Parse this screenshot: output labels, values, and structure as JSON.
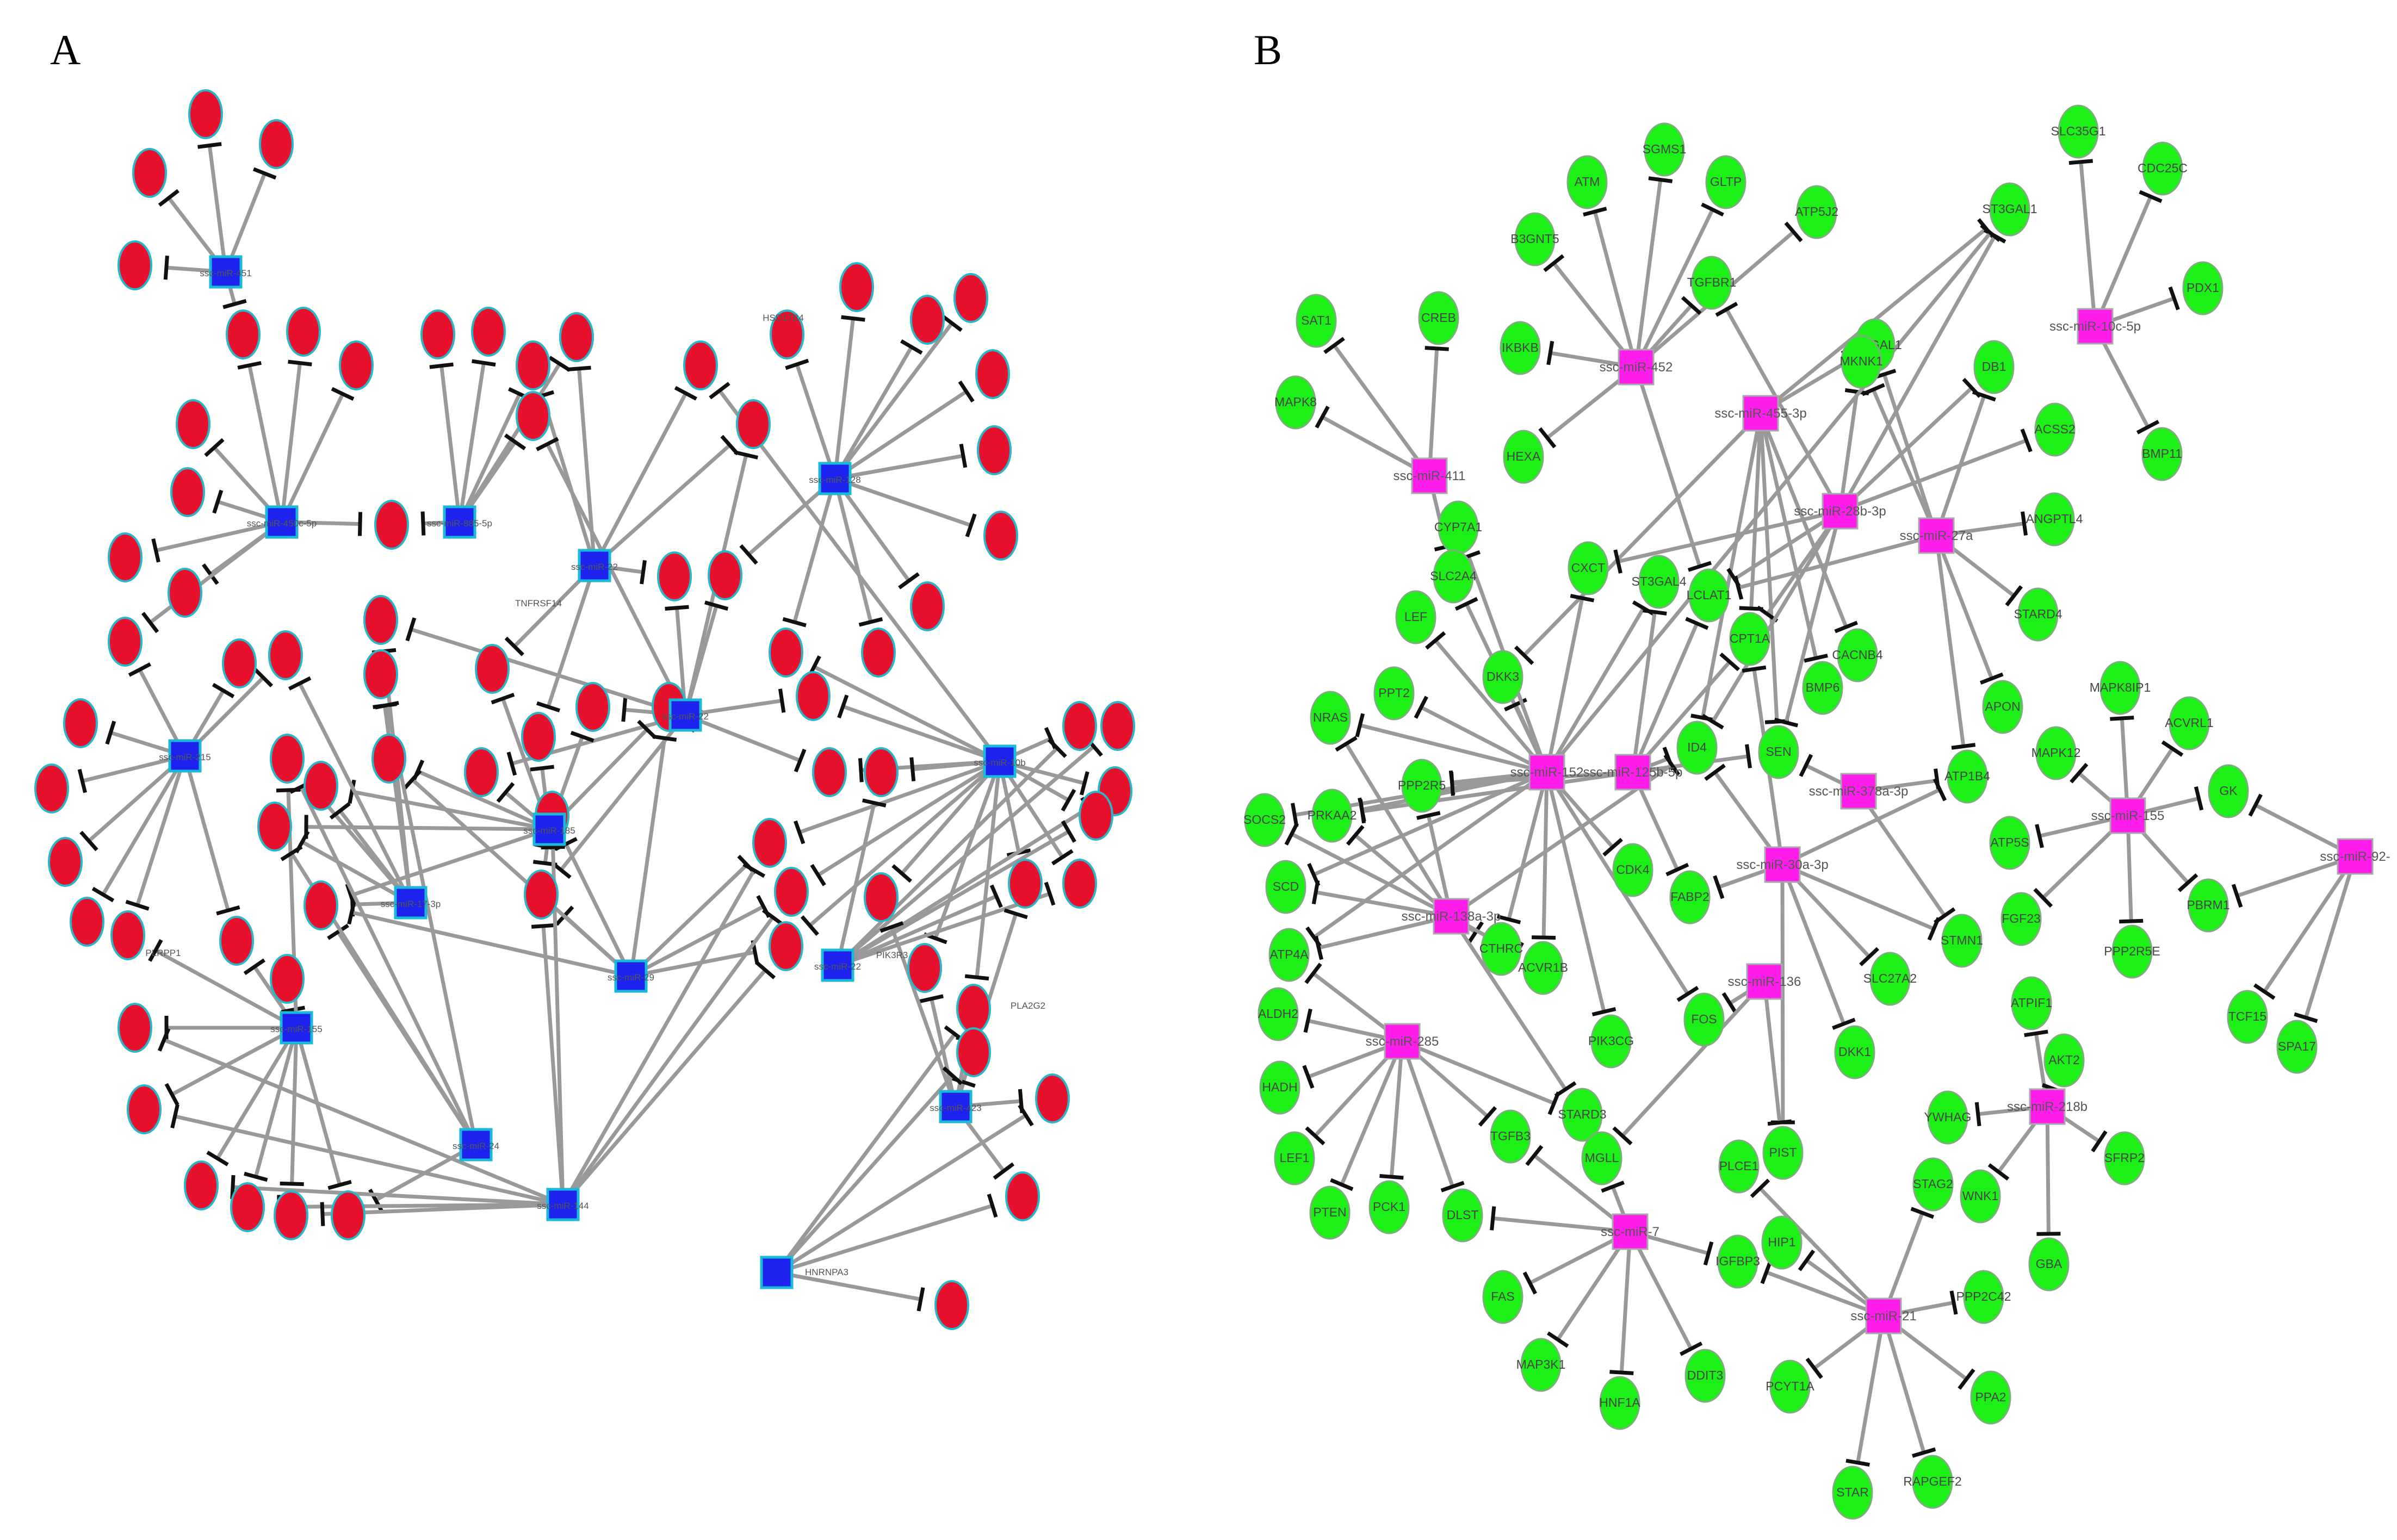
{
  "colors": {
    "panel_A_gene_fill": "#E8112D",
    "panel_A_mirna_fill": "#1E22EE",
    "panel_B_gene_fill": "#1DF016",
    "panel_B_mirna_fill": "#FF1DEC",
    "edge": "#999999",
    "inhibition_bar": "#111111"
  },
  "legend_note": "blunt-ended (tee) arrows denote inhibitory regulation of target genes by miRNAs",
  "panels": {
    "A": {
      "letter": "A",
      "mirnas": {
        "m1": "ssc-miR-451",
        "m2": "ssc-miR-450c-5p",
        "m3": "ssc-miR-885-5p",
        "m4": "ssc-miR-22",
        "m5": "ssc-miR-128",
        "m6": "ssc-miR-215",
        "m7": "ssc-miR-22",
        "m8": "ssc-miR-185",
        "m9": "ssc-miR-17-3p",
        "m10": "ssc-miR-10b",
        "m11": "ssc-miR-29",
        "m12": "ssc-miR-155",
        "m13": "ssc-miR-22",
        "m14": "ssc-miR-24",
        "m15": "ssc-miR-423",
        "m16": "ssc-miR-144"
      },
      "genes": {
        "g1": "",
        "g2": "",
        "g3": "",
        "g4": "",
        "g5": "",
        "g6": "",
        "g7": "",
        "g8": "",
        "g9": "",
        "g10": "",
        "g11": "",
        "g12": "",
        "g13": "",
        "g14": "",
        "g15": "",
        "g16": "",
        "g17": "",
        "g18": "",
        "g19": "",
        "g20": "",
        "g21": "",
        "g22": "",
        "g23": "",
        "g24": "",
        "g25": "",
        "g26": "",
        "g27": "",
        "g28": "",
        "g29": "",
        "g30": "",
        "g31": "",
        "g32": "",
        "g33": "",
        "g34": "",
        "g35": "",
        "g36": "",
        "g37": "",
        "g38": "",
        "g39": "",
        "g40": "",
        "g41": "",
        "g42": "",
        "g43": "",
        "g44": "",
        "g45": "",
        "g46": "",
        "g47": "",
        "g48": "",
        "g49": "",
        "g50": "",
        "g51": "",
        "g52": "",
        "g53": "",
        "g54": "",
        "g55": "",
        "g56": "",
        "g57": "",
        "g58": "",
        "g59": "",
        "g60": "",
        "g61": "",
        "g62": "",
        "g63": "",
        "g64": "",
        "g65": "",
        "g66": "",
        "g67": "",
        "g68": "",
        "g69": "",
        "g70": "",
        "g71": "",
        "g72": "",
        "g73": "",
        "g74": "",
        "g75": "",
        "g76": "",
        "g77": "",
        "g78": "",
        "g79": "",
        "g80": ""
      },
      "visible_labels": {
        "t1": "HSD17B4",
        "t2": "PLA2G2",
        "t3": "TNFRSF14",
        "t4": "PLRPP1",
        "t5": "PIK3R3",
        "t6": "HNRNPA3"
      }
    },
    "B": {
      "letter": "B",
      "mirnas": {
        "n1": "ssc-miR-411",
        "n2": "ssc-miR-452",
        "n3": "ssc-miR-455-3p",
        "n4": "ssc-miR-10c-5p",
        "n5": "ssc-miR-28b-3p",
        "n6": "ssc-miR-27a",
        "n7": "ssc-miR-152",
        "n8": "ssc-miR-125b-5p",
        "n9": "ssc-miR-378a-3p",
        "n10": "ssc-miR-30a-3p",
        "n11": "ssc-miR-138a-3p",
        "n12": "ssc-miR-155",
        "n13": "ssc-miR-92-",
        "n14": "ssc-miR-136",
        "n15": "ssc-miR-285",
        "n16": "ssc-miR-218b",
        "n17": "ssc-miR-7",
        "n18": "ssc-miR-21"
      },
      "genes": {
        "ATM": "ATM",
        "SGMS1": "SGMS1",
        "GLTP": "GLTP",
        "B3GNT5": "B3GNT5",
        "ATP5J2": "ATP5J2",
        "ST3GAL1": "ST3GAL1",
        "SLC35G1": "SLC35G1",
        "CDC25C": "CDC25C",
        "PDX1": "PDX1",
        "BMP11": "BMP11",
        "SAT1": "SAT1",
        "CREB": "CREB",
        "MAPK8": "MAPK8",
        "IKBKB": "IKBKB",
        "TGFBR1": "TGFBR1",
        "HEXA": "HEXA",
        "AT3GAL1": "AT3GAL1",
        "MKNK1": "MKNK1",
        "DB1": "DB1",
        "ACSS2": "ACSS2",
        "ANGPTL4": "ANGPTL4",
        "STARD4": "STARD4",
        "CYP7A1": "CYP7A1",
        "SLC2A4": "SLC2A4",
        "CXCT": "CXCT",
        "ST3GAL4": "ST3GAL4",
        "LCLAT1": "LCLAT1",
        "CPT1A": "CPT1A",
        "CACNB4": "CACNB4",
        "BMP6": "BMP6",
        "LEF": "LEF",
        "DKK3": "DKK3",
        "APON": "APON",
        "PPT2": "PPT2",
        "NRAS": "NRAS",
        "PPP2R5": "PPP2R5",
        "ID4": "ID4",
        "SEN": "SEN",
        "ATP1B4": "ATP1B4",
        "PRKAA2": "PRKAA2",
        "SOCS2": "SOCS2",
        "SCD": "SCD",
        "ATP4A": "ATP4A",
        "CDK4": "CDK4",
        "FABP2": "FABP2",
        "MAPK8IP1": "MAPK8IP1",
        "ACVRL1": "ACVRL1",
        "MAPK12": "MAPK12",
        "GK": "GK",
        "ATP5S": "ATP5S",
        "FGF23": "FGF23",
        "PPP2R5E": "PPP2R5E",
        "PBRM1": "PBRM1",
        "TCF15": "TCF15",
        "SPA17": "SPA17",
        "STMN1": "STMN1",
        "SLC27A2": "SLC27A2",
        "DKK1": "DKK1",
        "CTHRC": "CTHRC",
        "ACVR1B": "ACVR1B",
        "FOS": "FOS",
        "PIK3CG": "PIK3CG",
        "ALDH2": "ALDH2",
        "HADH": "HADH",
        "LEF1": "LEF1",
        "PTEN": "PTEN",
        "PCK1": "PCK1",
        "DLST": "DLST",
        "TGFB3": "TGFB3",
        "STARD3": "STARD3",
        "MGLL": "MGLL",
        "PIST": "PIST",
        "ATPIF1": "ATPIF1",
        "AKT2": "AKT2",
        "YWHAG": "YWHAG",
        "SFRP2": "SFRP2",
        "WNK1": "WNK1",
        "GBA": "GBA",
        "PLCE1": "PLCE1",
        "STAG2": "STAG2",
        "HIP1": "HIP1",
        "IGFBP3": "IGFBP3",
        "FAS": "FAS",
        "MAP3K1": "MAP3K1",
        "HNF1A": "HNF1A",
        "DDIT3": "DDIT3",
        "PPP2C42": "PPP2C42",
        "PCYT1A": "PCYT1A",
        "PPA2": "PPA2",
        "STAR": "STAR",
        "RAPGEF2": "RAPGEF2"
      }
    }
  }
}
